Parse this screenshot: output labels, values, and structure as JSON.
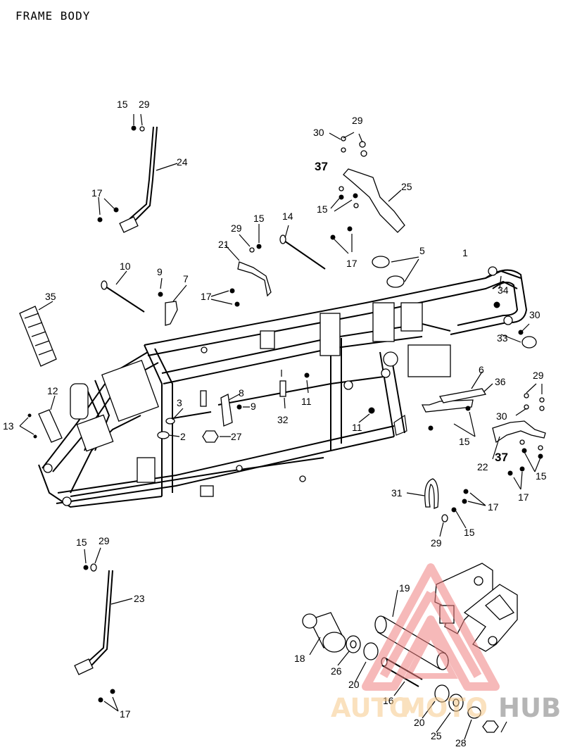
{
  "title": "FRAME BODY",
  "callouts": [
    "1",
    "2",
    "3",
    "5",
    "6",
    "7",
    "8",
    "9",
    "10",
    "11",
    "12",
    "13",
    "14",
    "15",
    "16",
    "17",
    "18",
    "19",
    "20",
    "21",
    "22",
    "23",
    "24",
    "25",
    "26",
    "27",
    "28",
    "29",
    "30",
    "31",
    "32",
    "33",
    "34",
    "35",
    "36",
    "37"
  ],
  "watermark": {
    "part1": "AUTO",
    "part2": "MOTO",
    "part3": "HUB",
    "color_main": "#f8a8a8",
    "color_secondary": "#f6c98a",
    "color_hub": "#7a7a7a"
  }
}
